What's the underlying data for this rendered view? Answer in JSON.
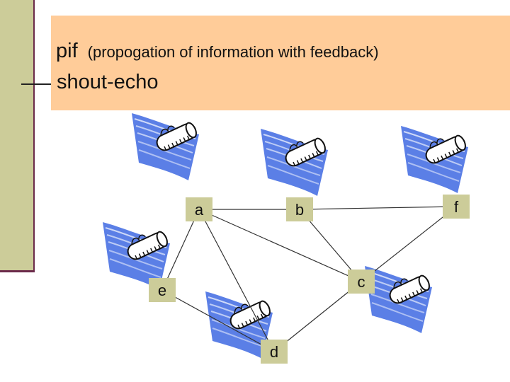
{
  "title": {
    "main": "pif",
    "subtitle": "(propogation of information  with feedback)",
    "line2": "shout-echo"
  },
  "nodes": [
    {
      "id": "a",
      "label": "a"
    },
    {
      "id": "b",
      "label": "b"
    },
    {
      "id": "f",
      "label": "f"
    },
    {
      "id": "c",
      "label": "c"
    },
    {
      "id": "e",
      "label": "e"
    },
    {
      "id": "d",
      "label": "d"
    }
  ],
  "edges": [
    [
      "a",
      "b"
    ],
    [
      "b",
      "f"
    ],
    [
      "a",
      "e"
    ],
    [
      "a",
      "d"
    ],
    [
      "a",
      "c"
    ],
    [
      "b",
      "c"
    ],
    [
      "c",
      "f"
    ],
    [
      "e",
      "d"
    ],
    [
      "c",
      "d"
    ]
  ],
  "colors": {
    "title_bg": "#ffcc99",
    "sidebar": "#cccc99",
    "accent_line": "#6b2a4a",
    "node_fill": "#cccc99",
    "flag_blue": "#5b7fe6"
  },
  "icons": [
    "waving-flag-scroll-icon"
  ]
}
